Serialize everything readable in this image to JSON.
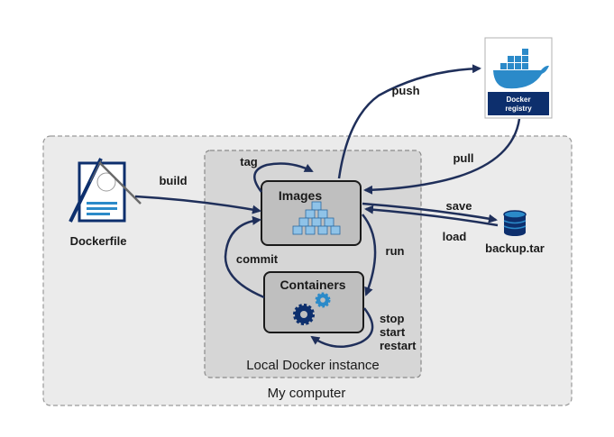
{
  "regions": {
    "my_computer": "My computer",
    "local_instance": "Local Docker instance"
  },
  "nodes": {
    "images": "Images",
    "containers": "Containers",
    "dockerfile": "Dockerfile",
    "backup": "backup.tar",
    "registry_line1": "Docker",
    "registry_line2": "registry"
  },
  "edges": {
    "build": "build",
    "tag": "tag",
    "push": "push",
    "pull": "pull",
    "save": "save",
    "load": "load",
    "run": "run",
    "commit": "commit",
    "stop": "stop",
    "start": "start",
    "restart": "restart"
  },
  "colors": {
    "arrow": "#1f2f5a",
    "box_fill": "#bfbfbf",
    "region_fill": "#ebebeb",
    "inner_fill": "#d6d6d6",
    "registry_bg": "#0d2f6d",
    "accent_blue": "#2b8ac9"
  }
}
